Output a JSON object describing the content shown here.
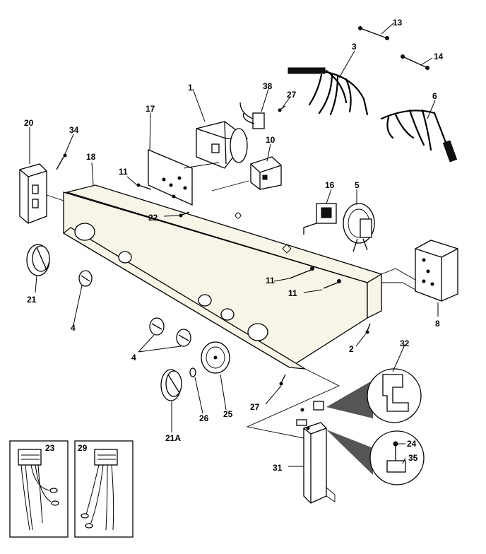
{
  "callouts": {
    "c1": "1",
    "c2": "2",
    "c3": "3",
    "c4a": "4",
    "c4b": "4",
    "c5": "5",
    "c6": "6",
    "c8": "8",
    "c10": "10",
    "c11a": "11",
    "c11b": "11",
    "c11c": "11",
    "c13": "13",
    "c14": "14",
    "c16": "16",
    "c17": "17",
    "c18": "18",
    "c20": "20",
    "c21": "21",
    "c21a": "21A",
    "c22": "22",
    "c23": "23",
    "c24": "24",
    "c25": "25",
    "c26": "26",
    "c27a": "27",
    "c27b": "27",
    "c29": "29",
    "c31": "31",
    "c32": "32",
    "c34": "34",
    "c35": "35",
    "c38": "38"
  }
}
